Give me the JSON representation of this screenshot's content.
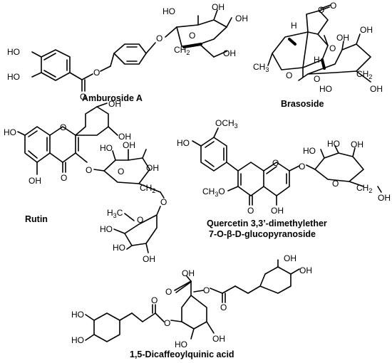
{
  "compounds": [
    {
      "name": "Amburoside A",
      "labels": {
        "ho_top": "HO",
        "ho_bottom": "HO",
        "ester_o": "O",
        "carbonyl_o": "O",
        "glyco_o": "O",
        "ring_o": "O",
        "sugar_oh1": "OH",
        "sugar_oh2": "OH",
        "sugar_oh3": "HO",
        "ch2": "CH",
        "ch2_sub": "2",
        "ch2_oh": "OH"
      }
    },
    {
      "name": "Brasoside",
      "labels": {
        "lactone_o": "O",
        "carbonyl_o": "O",
        "ring_o": "O",
        "glyco_o": "O",
        "methyl": "CH",
        "methyl_sub": "3",
        "h_top": "H",
        "h_bottom": "H",
        "sugar_o": "O",
        "sugar_oh1": "OH",
        "sugar_oh2": "OH",
        "sugar_oh3": "HO",
        "ch2": "CH",
        "ch2_sub": "2",
        "ch2_oh": "OH"
      }
    },
    {
      "name": "Rutin",
      "labels": {
        "ho_a": "HO",
        "oh_5": "OH",
        "ring_o": "O",
        "carbonyl_o": "O",
        "oh_3p": "OH",
        "oh_4p": "OH",
        "glyco_o": "O",
        "glc_o": "O",
        "glc_oh1": "HO",
        "glc_oh2": "OH",
        "glc_oh3": "OH",
        "ch2": "CH",
        "ch2_sub": "2",
        "link_o": "O",
        "rha_o": "O",
        "rha_ch3": "H",
        "rha_ch3_sub": "3",
        "rha_c": "C",
        "rha_oh1": "HO",
        "rha_oh2": "HO",
        "rha_oh3": "OH"
      }
    },
    {
      "name": "Quercetin 3,3'-dimethylether 7-O-β-D-glucopyranoside",
      "name_line1": "Quercetin 3,3’-dimethylether",
      "name_line2": "7-O-β-D-glucopyranoside",
      "labels": {
        "och3": "OCH",
        "och3_sub": "3",
        "ho_4p": "HO",
        "ring_o": "O",
        "ch3o": "CH",
        "ch3o_sub": "3",
        "ch3o_o": "O",
        "carbonyl_o": "O",
        "oh_5": "OH",
        "glyco_o": "O",
        "glc_o": "O",
        "glc_oh1": "HO",
        "glc_oh2": "HO",
        "glc_oh3": "OH",
        "ch2": "CH",
        "ch2_sub": "2",
        "ch2_oh": "OH"
      }
    },
    {
      "name": "1,5-Dicaffeoylquinic acid",
      "labels": {
        "cooh_oh": "OH",
        "cooh_o": "O",
        "ester1_o": "O",
        "ester1_co": "O",
        "ester5_o": "O",
        "ester5_co": "O",
        "ho_r1": "OH",
        "ho_r2": "OH",
        "ho_l1": "HO",
        "ho_l2": "HO",
        "ring_oh1": "HO",
        "ring_oh2": "OH"
      }
    }
  ]
}
